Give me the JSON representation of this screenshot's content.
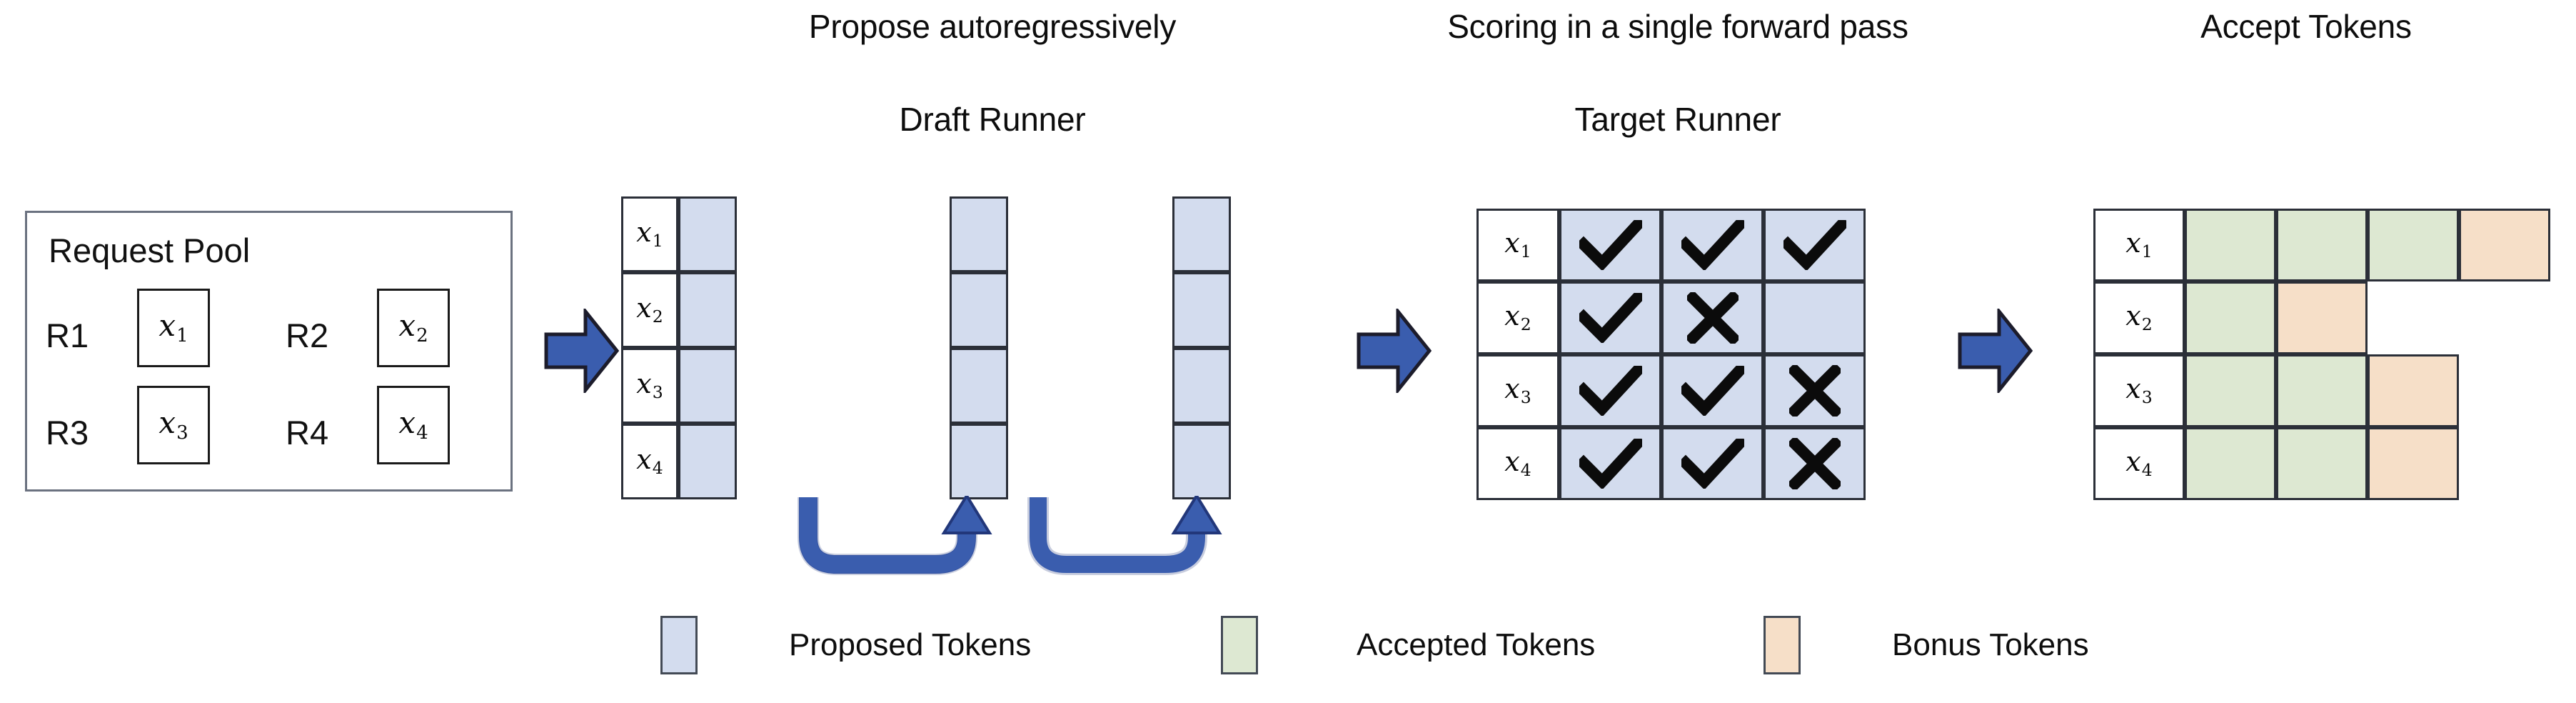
{
  "figure": {
    "headings": {
      "propose": "Propose autoregressively",
      "draft_runner": "Draft Runner",
      "scoring": "Scoring in a single forward pass",
      "target_runner": "Target Runner",
      "accept": "Accept Tokens"
    },
    "colors": {
      "proposed": "#d3dcee",
      "accepted": "#dde8d2",
      "bonus": "#f6dfc8",
      "arrow_blue": "#3a5dae",
      "arrow_blue_dark": "#2b4790",
      "cell_border": "#2b2f38",
      "box_border": "#6b7280",
      "text": "#0d0d0d"
    }
  },
  "request_pool": {
    "title": "Request Pool",
    "requests": [
      {
        "label": "R1",
        "token": "x",
        "sub": "1"
      },
      {
        "label": "R2",
        "token": "x",
        "sub": "2"
      },
      {
        "label": "R3",
        "token": "x",
        "sub": "3"
      },
      {
        "label": "R4",
        "token": "x",
        "sub": "4"
      }
    ]
  },
  "draft_runner": {
    "row_labels": [
      {
        "token": "x",
        "sub": "1"
      },
      {
        "token": "x",
        "sub": "2"
      },
      {
        "token": "x",
        "sub": "3"
      },
      {
        "token": "x",
        "sub": "4"
      }
    ],
    "steps": 3,
    "cells": [
      [
        "proposed",
        "proposed",
        "proposed"
      ],
      [
        "proposed",
        "proposed",
        "proposed"
      ],
      [
        "proposed",
        "proposed",
        "proposed"
      ],
      [
        "proposed",
        "proposed",
        "proposed"
      ]
    ],
    "loop_arrows": 2,
    "loop_arrow_name": "autoregressive-feedback-arrow"
  },
  "target_runner": {
    "row_labels": [
      {
        "token": "x",
        "sub": "1"
      },
      {
        "token": "x",
        "sub": "2"
      },
      {
        "token": "x",
        "sub": "3"
      },
      {
        "token": "x",
        "sub": "4"
      }
    ],
    "marks": [
      [
        "check",
        "check",
        "check"
      ],
      [
        "check",
        "cross",
        "none"
      ],
      [
        "check",
        "check",
        "cross"
      ],
      [
        "check",
        "check",
        "cross"
      ]
    ],
    "mark_names": {
      "check": "check-icon",
      "cross": "cross-icon",
      "none": "blank-cell"
    }
  },
  "accept_tokens": {
    "row_labels": [
      {
        "token": "x",
        "sub": "1"
      },
      {
        "token": "x",
        "sub": "2"
      },
      {
        "token": "x",
        "sub": "3"
      },
      {
        "token": "x",
        "sub": "4"
      }
    ],
    "cells": [
      [
        "accepted",
        "accepted",
        "accepted",
        "bonus"
      ],
      [
        "accepted",
        "bonus",
        "empty",
        "empty"
      ],
      [
        "accepted",
        "accepted",
        "bonus",
        "empty"
      ],
      [
        "accepted",
        "accepted",
        "bonus",
        "empty"
      ]
    ]
  },
  "stage_arrows": [
    {
      "name": "arrow-pool-to-draft"
    },
    {
      "name": "arrow-draft-to-target"
    },
    {
      "name": "arrow-target-to-accept"
    }
  ],
  "legend": {
    "items": [
      {
        "label": "Proposed Tokens",
        "color": "#d3dcee",
        "key": "proposed"
      },
      {
        "label": "Accepted Tokens",
        "color": "#dde8d2",
        "key": "accepted"
      },
      {
        "label": "Bonus Tokens",
        "color": "#f6dfc8",
        "key": "bonus"
      }
    ]
  }
}
